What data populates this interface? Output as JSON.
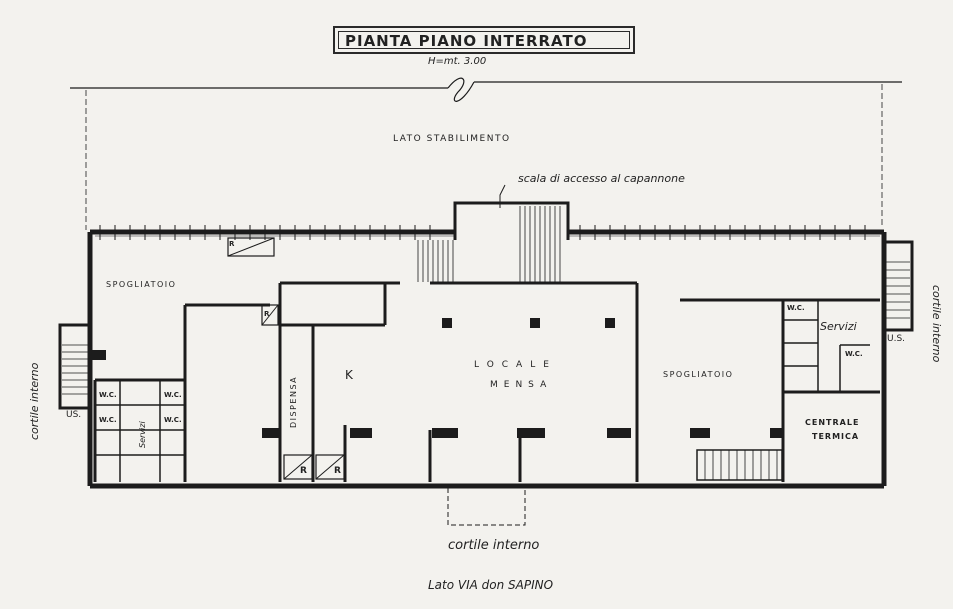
{
  "title": "PIANTA PIANO INTERRATO",
  "height_note": "H=mt. 3.00",
  "labels": {
    "lato_stabilimento": "LATO  STABILIMENTO",
    "scala_accesso": "scala di accesso al capannone",
    "spogliatoio_left": "SPOGLIATOIO",
    "spogliatoio_right": "SPOGLIATOIO",
    "locale_mensa_1": "LOCALE",
    "locale_mensa_2": "MENSA",
    "dispensa": "DISPENSA",
    "cucina": "K",
    "servizi_left": "Servizi",
    "servizi_right": "Servizi",
    "centrale_termica_1": "CENTRALE",
    "centrale_termica_2": "TERMICA",
    "us_left": "US.",
    "us_right": "U.S.",
    "cortile_interno_left": "cortile interno",
    "cortile_interno_right": "cortile interno",
    "cortile_interno_bottom": "cortile interno",
    "lato_via": "Lato VIA don SAPINO",
    "r1": "R",
    "r2": "R",
    "r3": "R",
    "r4": "R",
    "wc_l1": "W.C.",
    "wc_l2": "W.C.",
    "wc_l3": "W.C.",
    "wc_l4": "W.C.",
    "wc_r1": "W.C.",
    "wc_r2": "W.C."
  }
}
